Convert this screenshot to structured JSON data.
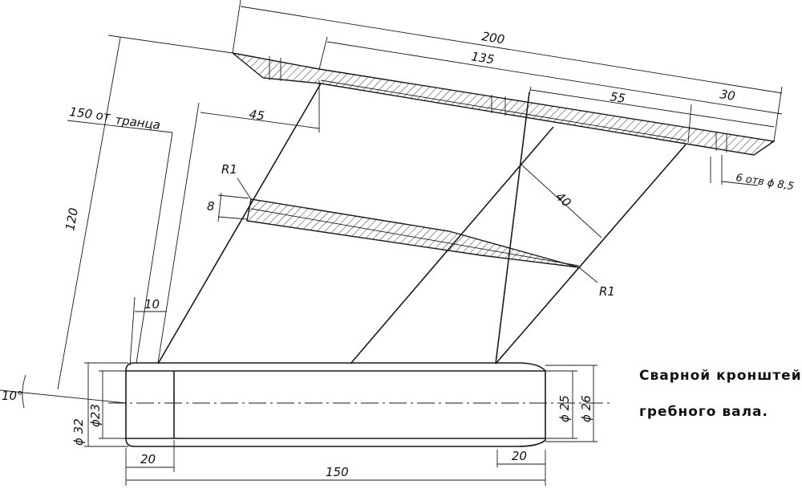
{
  "caption": {
    "line1": "Сварной кронштейн",
    "line2": "гребного вала."
  },
  "dimensions": {
    "d200": "200",
    "d135": "135",
    "d55": "55",
    "d30": "30",
    "holes": "6 отв ϕ 8,5",
    "d150_from": "150 от",
    "transom": "транца",
    "d45": "45",
    "r1_top": "R1",
    "d8": "8",
    "d40": "40",
    "r1_bottom": "R1",
    "d120": "120",
    "d10": "10",
    "angle": "10°",
    "phi32": "ϕ 32",
    "phi23": "ϕ23",
    "phi25": "ϕ 25",
    "phi26": "ϕ 26",
    "d20_left": "20",
    "d20_right": "20",
    "d150": "150"
  }
}
